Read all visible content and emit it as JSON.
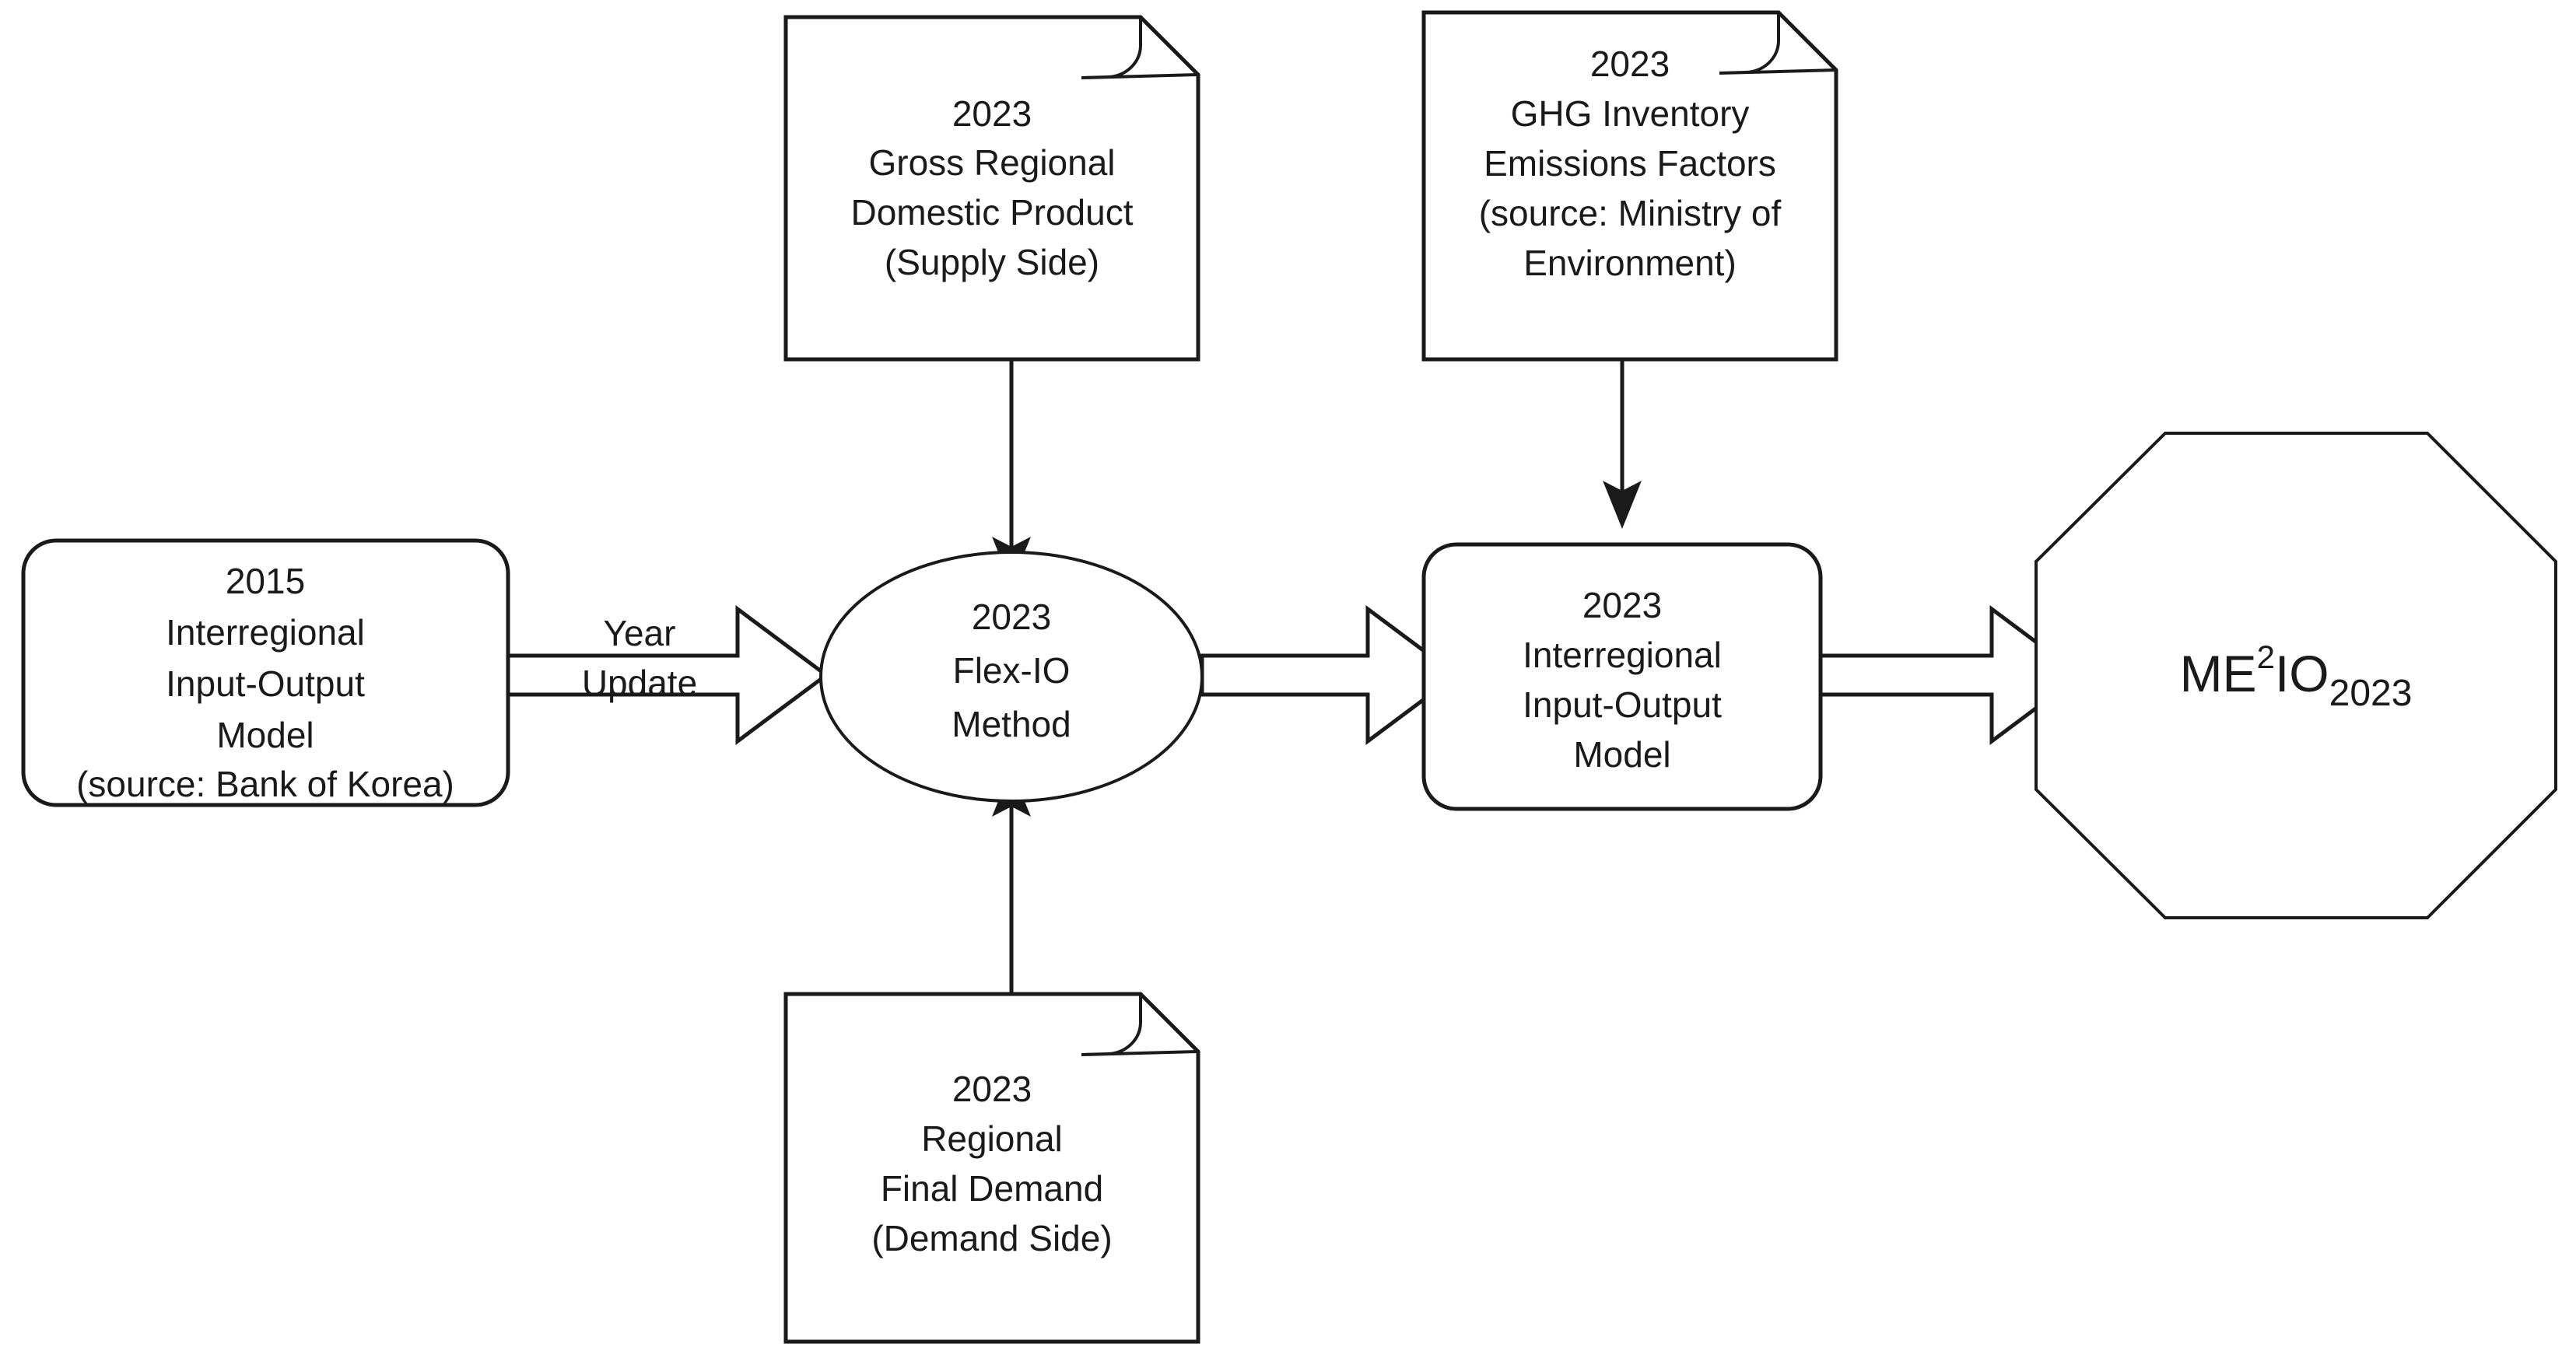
{
  "diagram": {
    "type": "flowchart",
    "title": "",
    "background_color": "#ffffff",
    "line_color": "#1a1a1a",
    "nodes": {
      "source_model": {
        "shape": "rounded-rectangle",
        "lines": [
          "2015",
          "Interregional",
          "Input-Output",
          "Model",
          "(source: Bank of Korea)"
        ]
      },
      "grdp_doc": {
        "shape": "document",
        "lines": [
          "2023",
          "Gross Regional",
          "Domestic Product",
          "(Supply Side)"
        ]
      },
      "ghg_doc": {
        "shape": "document",
        "lines": [
          "2023",
          "GHG Inventory",
          "Emissions Factors",
          "(source: Ministry of",
          "Environment)"
        ]
      },
      "demand_doc": {
        "shape": "document",
        "lines": [
          "2023",
          "Regional",
          "Final Demand",
          "(Demand Side)"
        ]
      },
      "flexio_method": {
        "shape": "ellipse",
        "lines": [
          "2023",
          "Flex-IO",
          "Method"
        ]
      },
      "updated_model": {
        "shape": "rounded-rectangle",
        "lines": [
          "2023",
          "Interregional",
          "Input-Output",
          "Model"
        ]
      },
      "result_octagon": {
        "shape": "octagon",
        "base": "ME",
        "superscript": "2",
        "mid": "IO",
        "subscript": "2023",
        "full_text": "ME2IO2023"
      }
    },
    "edges": [
      {
        "id": "year-update",
        "from": "source_model",
        "to": "flexio_method",
        "style": "block-arrow",
        "label": "Year Update",
        "label_lines": [
          "Year",
          "Update"
        ]
      },
      {
        "id": "grdp-to-method",
        "from": "grdp_doc",
        "to": "flexio_method",
        "style": "line-arrow",
        "label": ""
      },
      {
        "id": "demand-to-method",
        "from": "demand_doc",
        "to": "flexio_method",
        "style": "line-arrow",
        "label": ""
      },
      {
        "id": "method-to-model",
        "from": "flexio_method",
        "to": "updated_model",
        "style": "block-arrow",
        "label": ""
      },
      {
        "id": "ghg-to-model",
        "from": "ghg_doc",
        "to": "updated_model",
        "style": "line-arrow",
        "label": ""
      },
      {
        "id": "model-to-result",
        "from": "updated_model",
        "to": "result_octagon",
        "style": "block-arrow",
        "label": ""
      }
    ]
  }
}
